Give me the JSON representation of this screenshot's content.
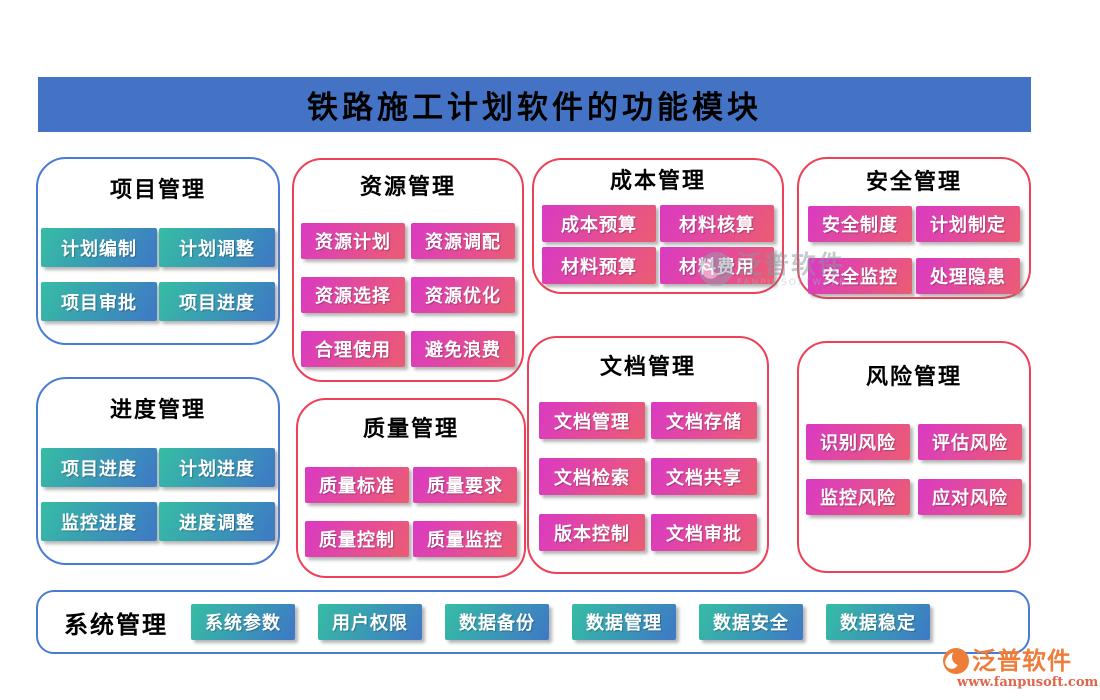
{
  "title": "铁路施工计划软件的功能模块",
  "modules": [
    {
      "title": "项目管理",
      "items": [
        "计划编制",
        "计划调整",
        "项目审批",
        "项目进度"
      ]
    },
    {
      "title": "进度管理",
      "items": [
        "项目进度",
        "计划进度",
        "监控进度",
        "进度调整"
      ]
    },
    {
      "title": "资源管理",
      "items": [
        "资源计划",
        "资源调配",
        "资源选择",
        "资源优化",
        "合理使用",
        "避免浪费"
      ]
    },
    {
      "title": "质量管理",
      "items": [
        "质量标准",
        "质量要求",
        "质量控制",
        "质量监控"
      ]
    },
    {
      "title": "成本管理",
      "items": [
        "成本预算",
        "材料核算",
        "材料预算",
        "材料费用"
      ]
    },
    {
      "title": "文档管理",
      "items": [
        "文档管理",
        "文档存储",
        "文档检索",
        "文档共享",
        "版本控制",
        "文档审批"
      ]
    },
    {
      "title": "安全管理",
      "items": [
        "安全制度",
        "计划制定",
        "安全监控",
        "处理隐患"
      ]
    },
    {
      "title": "风险管理",
      "items": [
        "识别风险",
        "评估风险",
        "监控风险",
        "应对风险"
      ]
    }
  ],
  "system": {
    "title": "系统管理",
    "items": [
      "系统参数",
      "用户权限",
      "数据备份",
      "数据管理",
      "数据安全",
      "数据稳定"
    ]
  },
  "watermark": {
    "text": "泛普软件",
    "subtext": "FANPU SOFTWARE"
  },
  "brand": {
    "text": "泛普软件",
    "url": "www.fanpusoft.com"
  },
  "colors": {
    "banner_blue": "#4472C4",
    "blue_border": "#4A7BD4",
    "red_border": "#EE4056",
    "teal_gradient_start": "#36BDA4",
    "teal_gradient_end": "#3E78C6",
    "pink_gradient_start": "#DA3AC3",
    "pink_gradient_end": "#EC5C72",
    "brand_orange": "#EF7D3A"
  }
}
